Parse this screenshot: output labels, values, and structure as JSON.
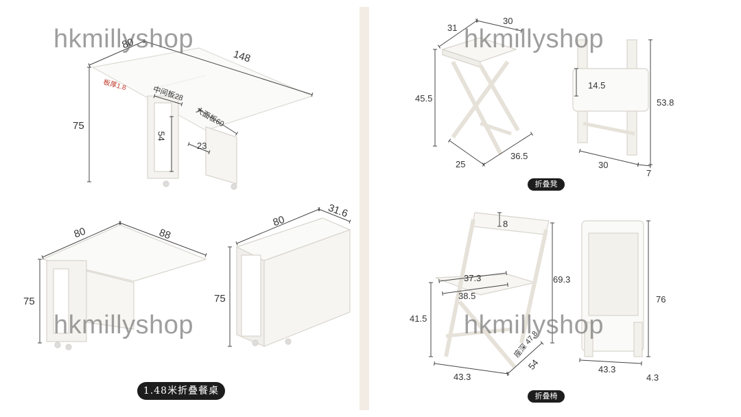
{
  "watermark": "hkmillyshop",
  "table": {
    "badge": "1.48米折叠餐桌",
    "full": {
      "depth": "80",
      "length": "148",
      "height": "75",
      "board_thickness": "板厚1.8",
      "middle_board": "中间板28",
      "large_board": "大面板60",
      "leg_height": "54",
      "leg_gap": "23"
    },
    "half": {
      "depth": "80",
      "length": "88",
      "height": "75"
    },
    "folded": {
      "depth": "80",
      "width": "31.6",
      "height": "75"
    }
  },
  "stool": {
    "badge": "折叠凳",
    "open": {
      "depth": "31",
      "width": "30",
      "height": "45.5",
      "base_depth": "25",
      "base_width": "36.5"
    },
    "folded": {
      "seat_drop": "14.5",
      "height": "53.8",
      "width": "30",
      "thickness": "7"
    }
  },
  "chair": {
    "badge": "折叠椅",
    "open": {
      "backrest": "8",
      "seat_width_back": "37.3",
      "seat_width_front": "38.5",
      "total_height": "69.3",
      "seat_height": "41.5",
      "base_width": "43.3",
      "base_depth": "54",
      "seat_depth": "座深 47.8"
    },
    "folded": {
      "height": "76",
      "width": "43.3",
      "thickness": "4.3"
    }
  }
}
